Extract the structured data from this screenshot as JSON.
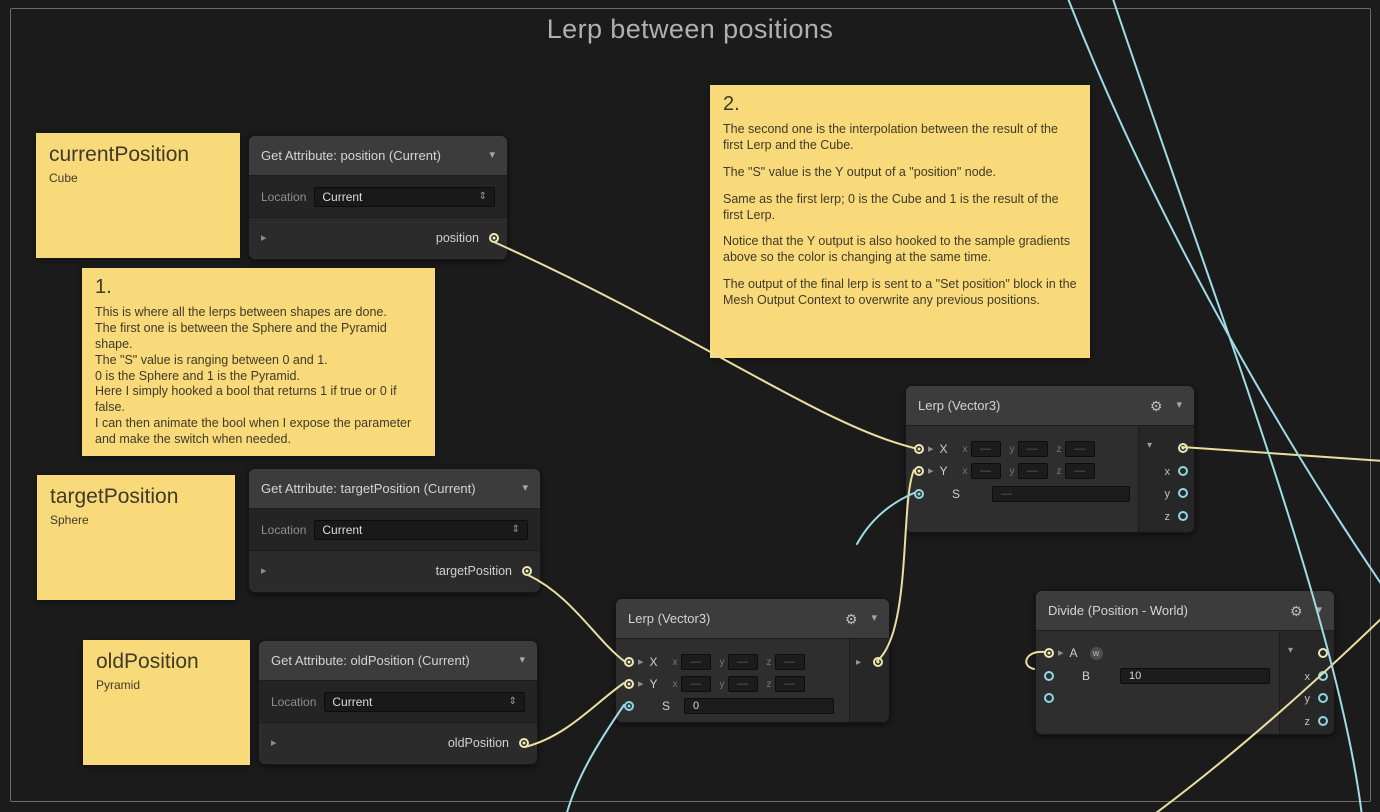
{
  "group": {
    "title": "Lerp between positions"
  },
  "icons": {
    "chevron_down": "▾",
    "gear": "⚙",
    "collapse_right": "▸",
    "fold_down": "▾",
    "stepper": "⇕"
  },
  "ui": {
    "empty": "—"
  },
  "axes": {
    "x": "x",
    "y": "y",
    "z": "z"
  },
  "stickies": {
    "current": {
      "title": "currentPosition",
      "subtitle": "Cube"
    },
    "target": {
      "title": "targetPosition",
      "subtitle": "Sphere"
    },
    "old": {
      "title": "oldPosition",
      "subtitle": "Pyramid"
    },
    "note1": {
      "title": "1.",
      "lines": [
        "This is where all the lerps between shapes are done.",
        "The first one is between the Sphere and the Pyramid shape.",
        "The \"S\" value is ranging between 0 and 1.",
        "0 is the Sphere and 1 is the Pyramid.",
        "Here I simply hooked a bool that returns 1 if true or 0 if false.",
        "I can then animate the bool when I expose the parameter and make the switch when needed."
      ]
    },
    "note2": {
      "title": "2.",
      "paragraphs": [
        "The second one is the interpolation between the result of the first Lerp and the Cube.",
        "The \"S\" value is the Y output of a \"position\" node.",
        "Same as the first lerp;  0 is the Cube and 1 is the result of the first Lerp.",
        "Notice that the Y output is also hooked to the sample gradients above so the color is changing at the same time.",
        "The output of the final lerp is sent to a \"Set position\" block in the Mesh Output Context to overwrite any previous positions."
      ]
    }
  },
  "nodes": {
    "get_position": {
      "title": "Get Attribute: position (Current)",
      "location_label": "Location",
      "location_value": "Current",
      "output_label": "position"
    },
    "get_target": {
      "title": "Get Attribute: targetPosition (Current)",
      "location_label": "Location",
      "location_value": "Current",
      "output_label": "targetPosition"
    },
    "get_old": {
      "title": "Get Attribute: oldPosition (Current)",
      "location_label": "Location",
      "location_value": "Current",
      "output_label": "oldPosition"
    },
    "lerp_top": {
      "title": "Lerp (Vector3)",
      "inputs": {
        "x": "X",
        "y": "Y",
        "s": "S"
      }
    },
    "lerp_bottom": {
      "title": "Lerp (Vector3)",
      "inputs": {
        "x": "X",
        "y": "Y",
        "s": "S"
      },
      "s_value": "0"
    },
    "divide": {
      "title": "Divide (Position - World)",
      "a_label": "A",
      "a_badge": "w",
      "b_label": "B",
      "b_value": "10"
    }
  },
  "colors": {
    "wire_position": "#eadfa0",
    "wire_float": "#9edce8",
    "sticky": "#f8da7b"
  }
}
